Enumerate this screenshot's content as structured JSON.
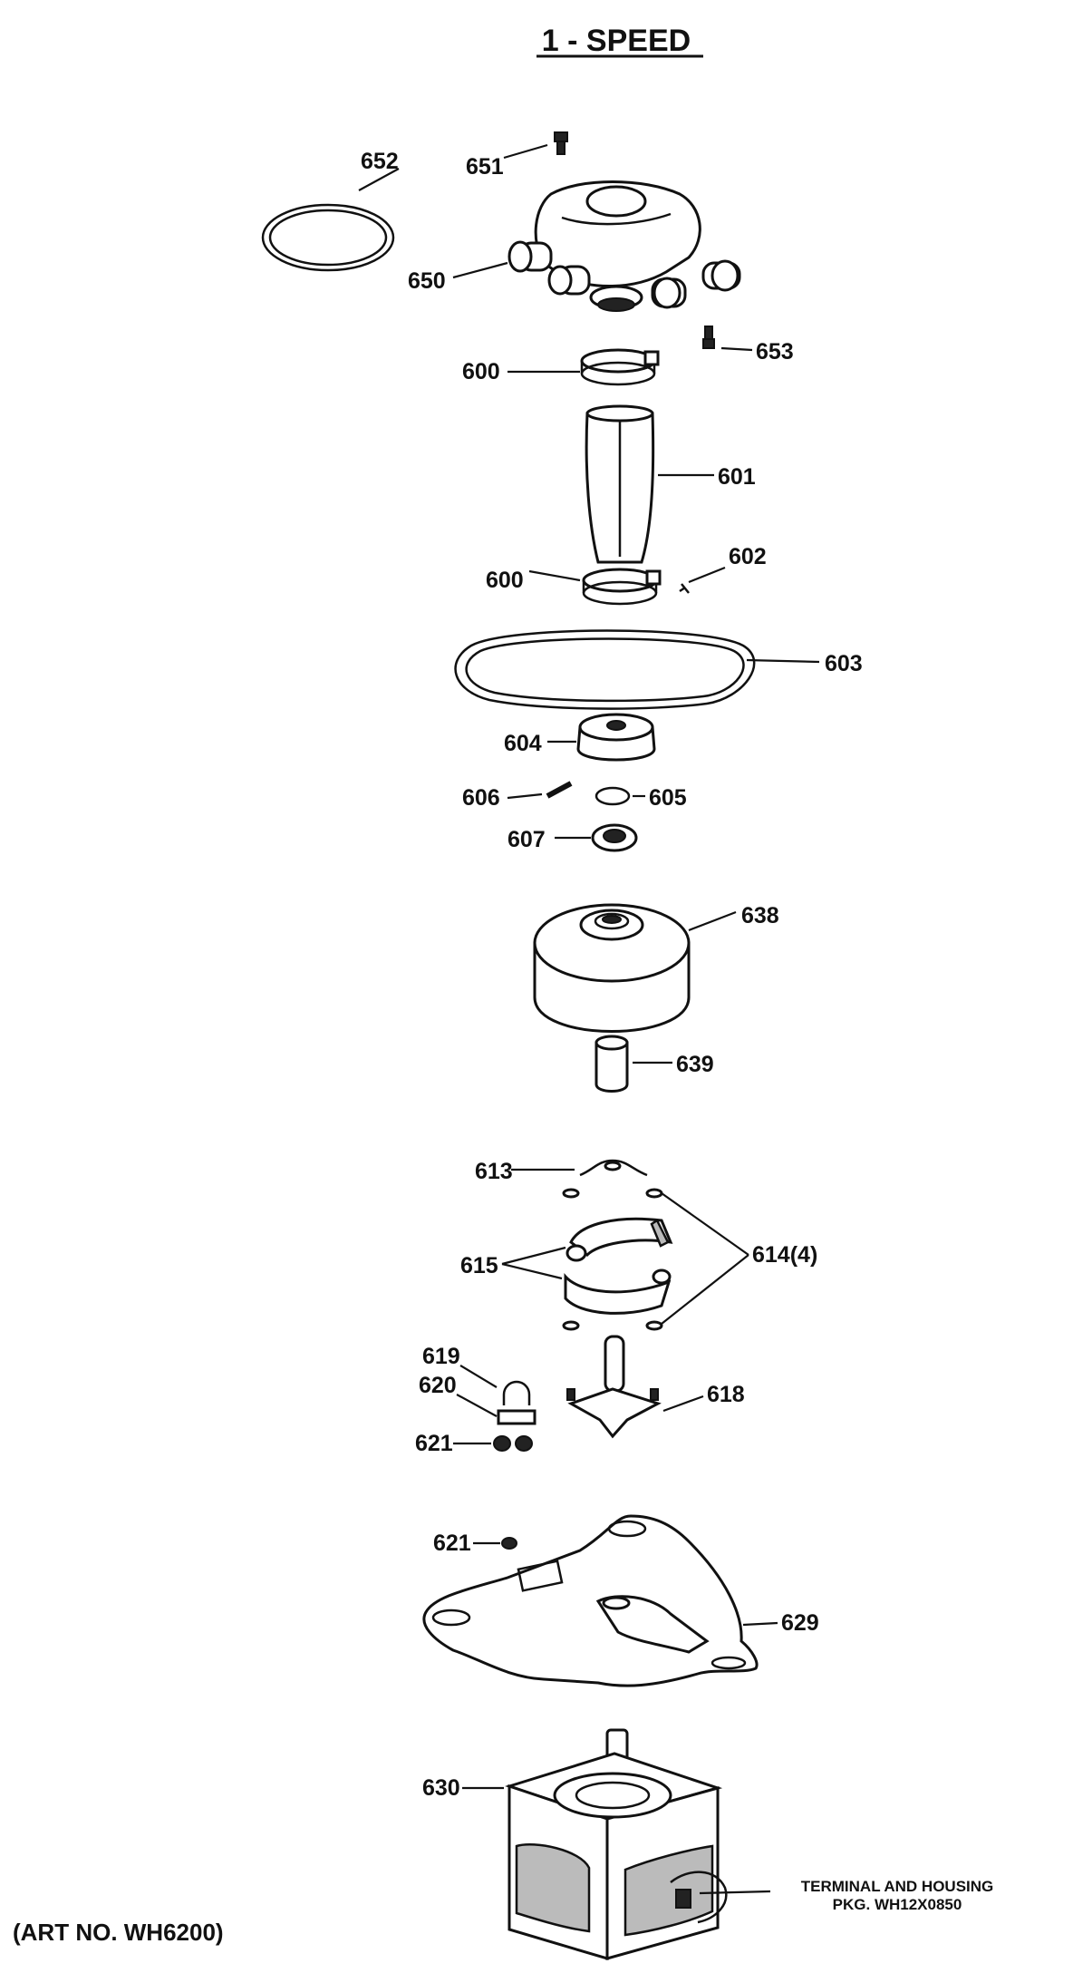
{
  "title": "1 - SPEED",
  "art_number": "(ART NO. WH6200)",
  "callouts": {
    "p652": "652",
    "p651": "651",
    "p650": "650",
    "p653": "653",
    "p600a": "600",
    "p601": "601",
    "p600b": "600",
    "p602": "602",
    "p603": "603",
    "p604": "604",
    "p606": "606",
    "p605": "605",
    "p607": "607",
    "p638": "638",
    "p639": "639",
    "p613": "613",
    "p615": "615",
    "p614": "614(4)",
    "p619": "619",
    "p620": "620",
    "p621a": "621",
    "p618": "618",
    "p621b": "621",
    "p629": "629",
    "p630": "630"
  },
  "terminal_note": {
    "line1": "TERMINAL AND HOUSING",
    "line2": "PKG. WH12X0850"
  }
}
